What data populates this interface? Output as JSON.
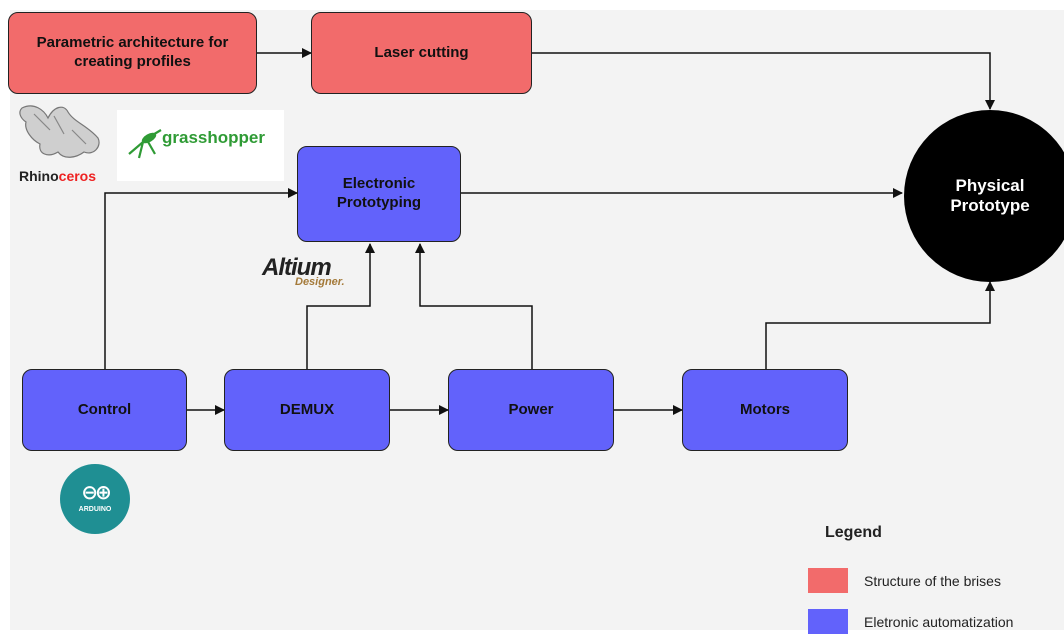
{
  "nodes": {
    "parametric": "Parametric architecture for creating profiles",
    "laser": "Laser cutting",
    "electronic": "Electronic Prototyping",
    "physical": "Physical Prototype",
    "control": "Control",
    "demux": "DEMUX",
    "power": "Power",
    "motors": "Motors"
  },
  "logos": {
    "rhino_a": "Rhino",
    "rhino_b": "ceros",
    "grasshopper": "grasshopper",
    "altium_main": "Altium",
    "altium_sub": "Designer.",
    "arduino": "ARDUINO"
  },
  "legend": {
    "title": "Legend",
    "items": [
      {
        "label": "Structure of the brises",
        "color": "#f26b6b"
      },
      {
        "label": "Eletronic automatization",
        "color": "#6262fb"
      }
    ]
  },
  "colors": {
    "structure": "#f26b6b",
    "automation": "#6262fb",
    "prototype": "#000000"
  }
}
